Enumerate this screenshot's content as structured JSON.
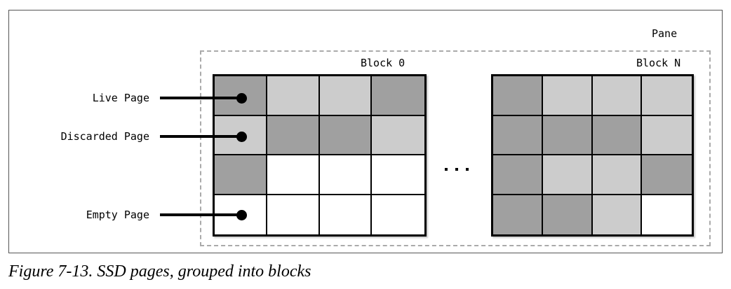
{
  "figure": {
    "caption": "Figure 7-13. SSD pages, grouped into blocks",
    "pane_label": "Pane",
    "ellipsis": "...",
    "colors": {
      "live_page": "#a0a0a0",
      "discarded_page": "#cccccc",
      "empty_page": "#ffffff",
      "cell_border": "#000000",
      "pane_border": "#aaaaaa",
      "frame_border": "#555555"
    }
  },
  "callouts": [
    {
      "id": "live",
      "label": "Live Page",
      "state": "live"
    },
    {
      "id": "discarded",
      "label": "Discarded Page",
      "state": "discard"
    },
    {
      "id": "empty",
      "label": "Empty Page",
      "state": "empty"
    }
  ],
  "blocks": [
    {
      "title": "Block 0",
      "rows": [
        [
          "live",
          "discard",
          "discard",
          "live"
        ],
        [
          "discard",
          "live",
          "live",
          "discard"
        ],
        [
          "live",
          "empty",
          "empty",
          "empty"
        ],
        [
          "empty",
          "empty",
          "empty",
          "empty"
        ]
      ]
    },
    {
      "title": "Block N",
      "rows": [
        [
          "live",
          "discard",
          "discard",
          "discard"
        ],
        [
          "live",
          "live",
          "live",
          "discard"
        ],
        [
          "live",
          "discard",
          "discard",
          "live"
        ],
        [
          "live",
          "live",
          "discard",
          "empty"
        ]
      ]
    }
  ]
}
